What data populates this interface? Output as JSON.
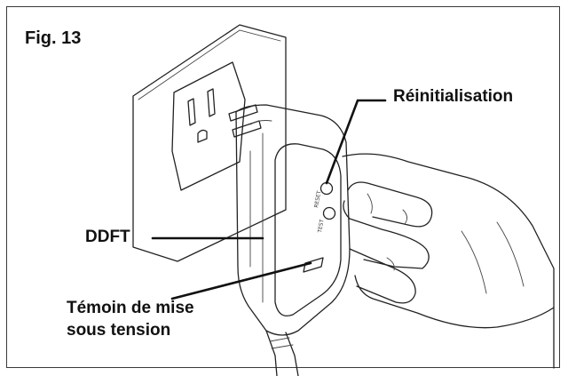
{
  "figure": {
    "title": "Fig. 13"
  },
  "callouts": {
    "reset": "Réinitialisation",
    "gfci": "DDFT",
    "power_light_line1": "Témoin de mise",
    "power_light_line2": "sous tension"
  },
  "device": {
    "reset_button_text": "RESET",
    "test_button_text": "TEST"
  }
}
